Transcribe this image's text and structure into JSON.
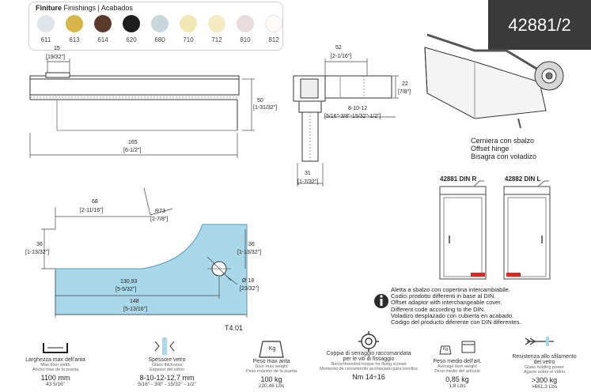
{
  "finishes": {
    "title_bold": "Finiture",
    "title_rest": " Finishings | Acabados",
    "swatches": [
      {
        "code": "611",
        "color": "#dfe3ea"
      },
      {
        "code": "613",
        "color": "#d7b548"
      },
      {
        "code": "614",
        "color": "#5a3a2c"
      },
      {
        "code": "620",
        "color": "#1e1e1e"
      },
      {
        "code": "680",
        "color": "#c9d6dc"
      },
      {
        "code": "710",
        "color": "#f1e7b4"
      },
      {
        "code": "712",
        "color": "#f4ebc2"
      },
      {
        "code": "810",
        "color": "#e9dcdc"
      },
      {
        "code": "812",
        "color": "#fbfaf8"
      }
    ]
  },
  "product_code": "42881/2",
  "hinge": {
    "line1": "Cerniera con sbalzo",
    "line2": "Offset hinge",
    "line3": "Bisagra con voladizo"
  },
  "doors": {
    "right_title": "42881 DIN R",
    "left_title": "42882 DIN L"
  },
  "dims": {
    "d15": "15",
    "d15i": "[19/32\"]",
    "d50": "50",
    "d50i": "[1-31/32\"]",
    "d165": "165",
    "d165i": "[6-1/2\"]",
    "d52": "52",
    "d52i": "[2-1/16\"]",
    "d22": "22",
    "d22i": "[7/8\"]",
    "d8": "8-10-12",
    "d8i": "[5/16\"-3/8\"-15/32\"-1/2\"]",
    "d31": "31",
    "d31i": "[1-7/32\"]",
    "d68": "68",
    "d68i": "[2-11/16\"]",
    "r73": "R73",
    "r73i": "[2-7/8\"]",
    "d36a": "36",
    "d36ai": "[1-13/32\"]",
    "d36b": "36",
    "d36bi": "[1-13/32\"]",
    "d13093": "130,93",
    "d13093i": "[5-5/32\"]",
    "dia18": "Ø 18",
    "dia18i": "[23/32\"]",
    "d148": "148",
    "d148i": "[5-13/16\"]",
    "template": "T4.01"
  },
  "notes": [
    "Aletta a sbalzo con copertina intercambiabile.",
    "Codici prodotto differenti in base al DIN.",
    "Offset adaptor with interchangeable cover.",
    "Different code according to the DIN.",
    "Voladizo desplazado con cubierta en acabado.",
    "Codigo del producto diferente con DIN diferentes."
  ],
  "specs": [
    {
      "l1": "Larghezza max dell'anta",
      "l2a": "Max door width",
      "l2b": "Ancho max de la puerta",
      "v1": "1100 mm",
      "v2": "43 5/16\""
    },
    {
      "l1": "Spessore vetro",
      "l2a": "Glass thickness",
      "l2b": "Espesor del vidrio",
      "v1": "8-10-12-12,7 mm",
      "v2": "5/16\" - 3/8\" - 15/32\" - 1/2\""
    },
    {
      "l1": "Peso max anta",
      "l2a": "Door max weight",
      "l2b": "Peso máximo de la puerta",
      "v1": "100 kg",
      "v2": "220,46 Lbs"
    },
    {
      "l1": "Coppia di serraggio raccomandata",
      "l1b": "per le viti di fissaggio",
      "l2a": "Recommended torque for fixing screws",
      "l2b": "Momento de cerramiento aconsejado para tornillos",
      "v1": "Nm 14÷16",
      "v2": ""
    },
    {
      "l1": "Peso medio dell'art.",
      "l2a": "Average item weight",
      "l2b": "Peso medio del artículo",
      "v1": "0,85 kg",
      "v2": "1,8 Lbs"
    },
    {
      "l1": "Resistenza allo sfilamento",
      "l1b": "del vetro",
      "l2a": "Glass holding power",
      "l2b": "Agarre sobre el vidrio",
      "v1": ">300 kg",
      "v2": ">661,3 Lbs"
    }
  ],
  "kg_label": "Kg",
  "colors": {
    "header_bg": "#3a3a3a",
    "glass": "#a9d8ea",
    "door_accent": "#e8231f"
  }
}
